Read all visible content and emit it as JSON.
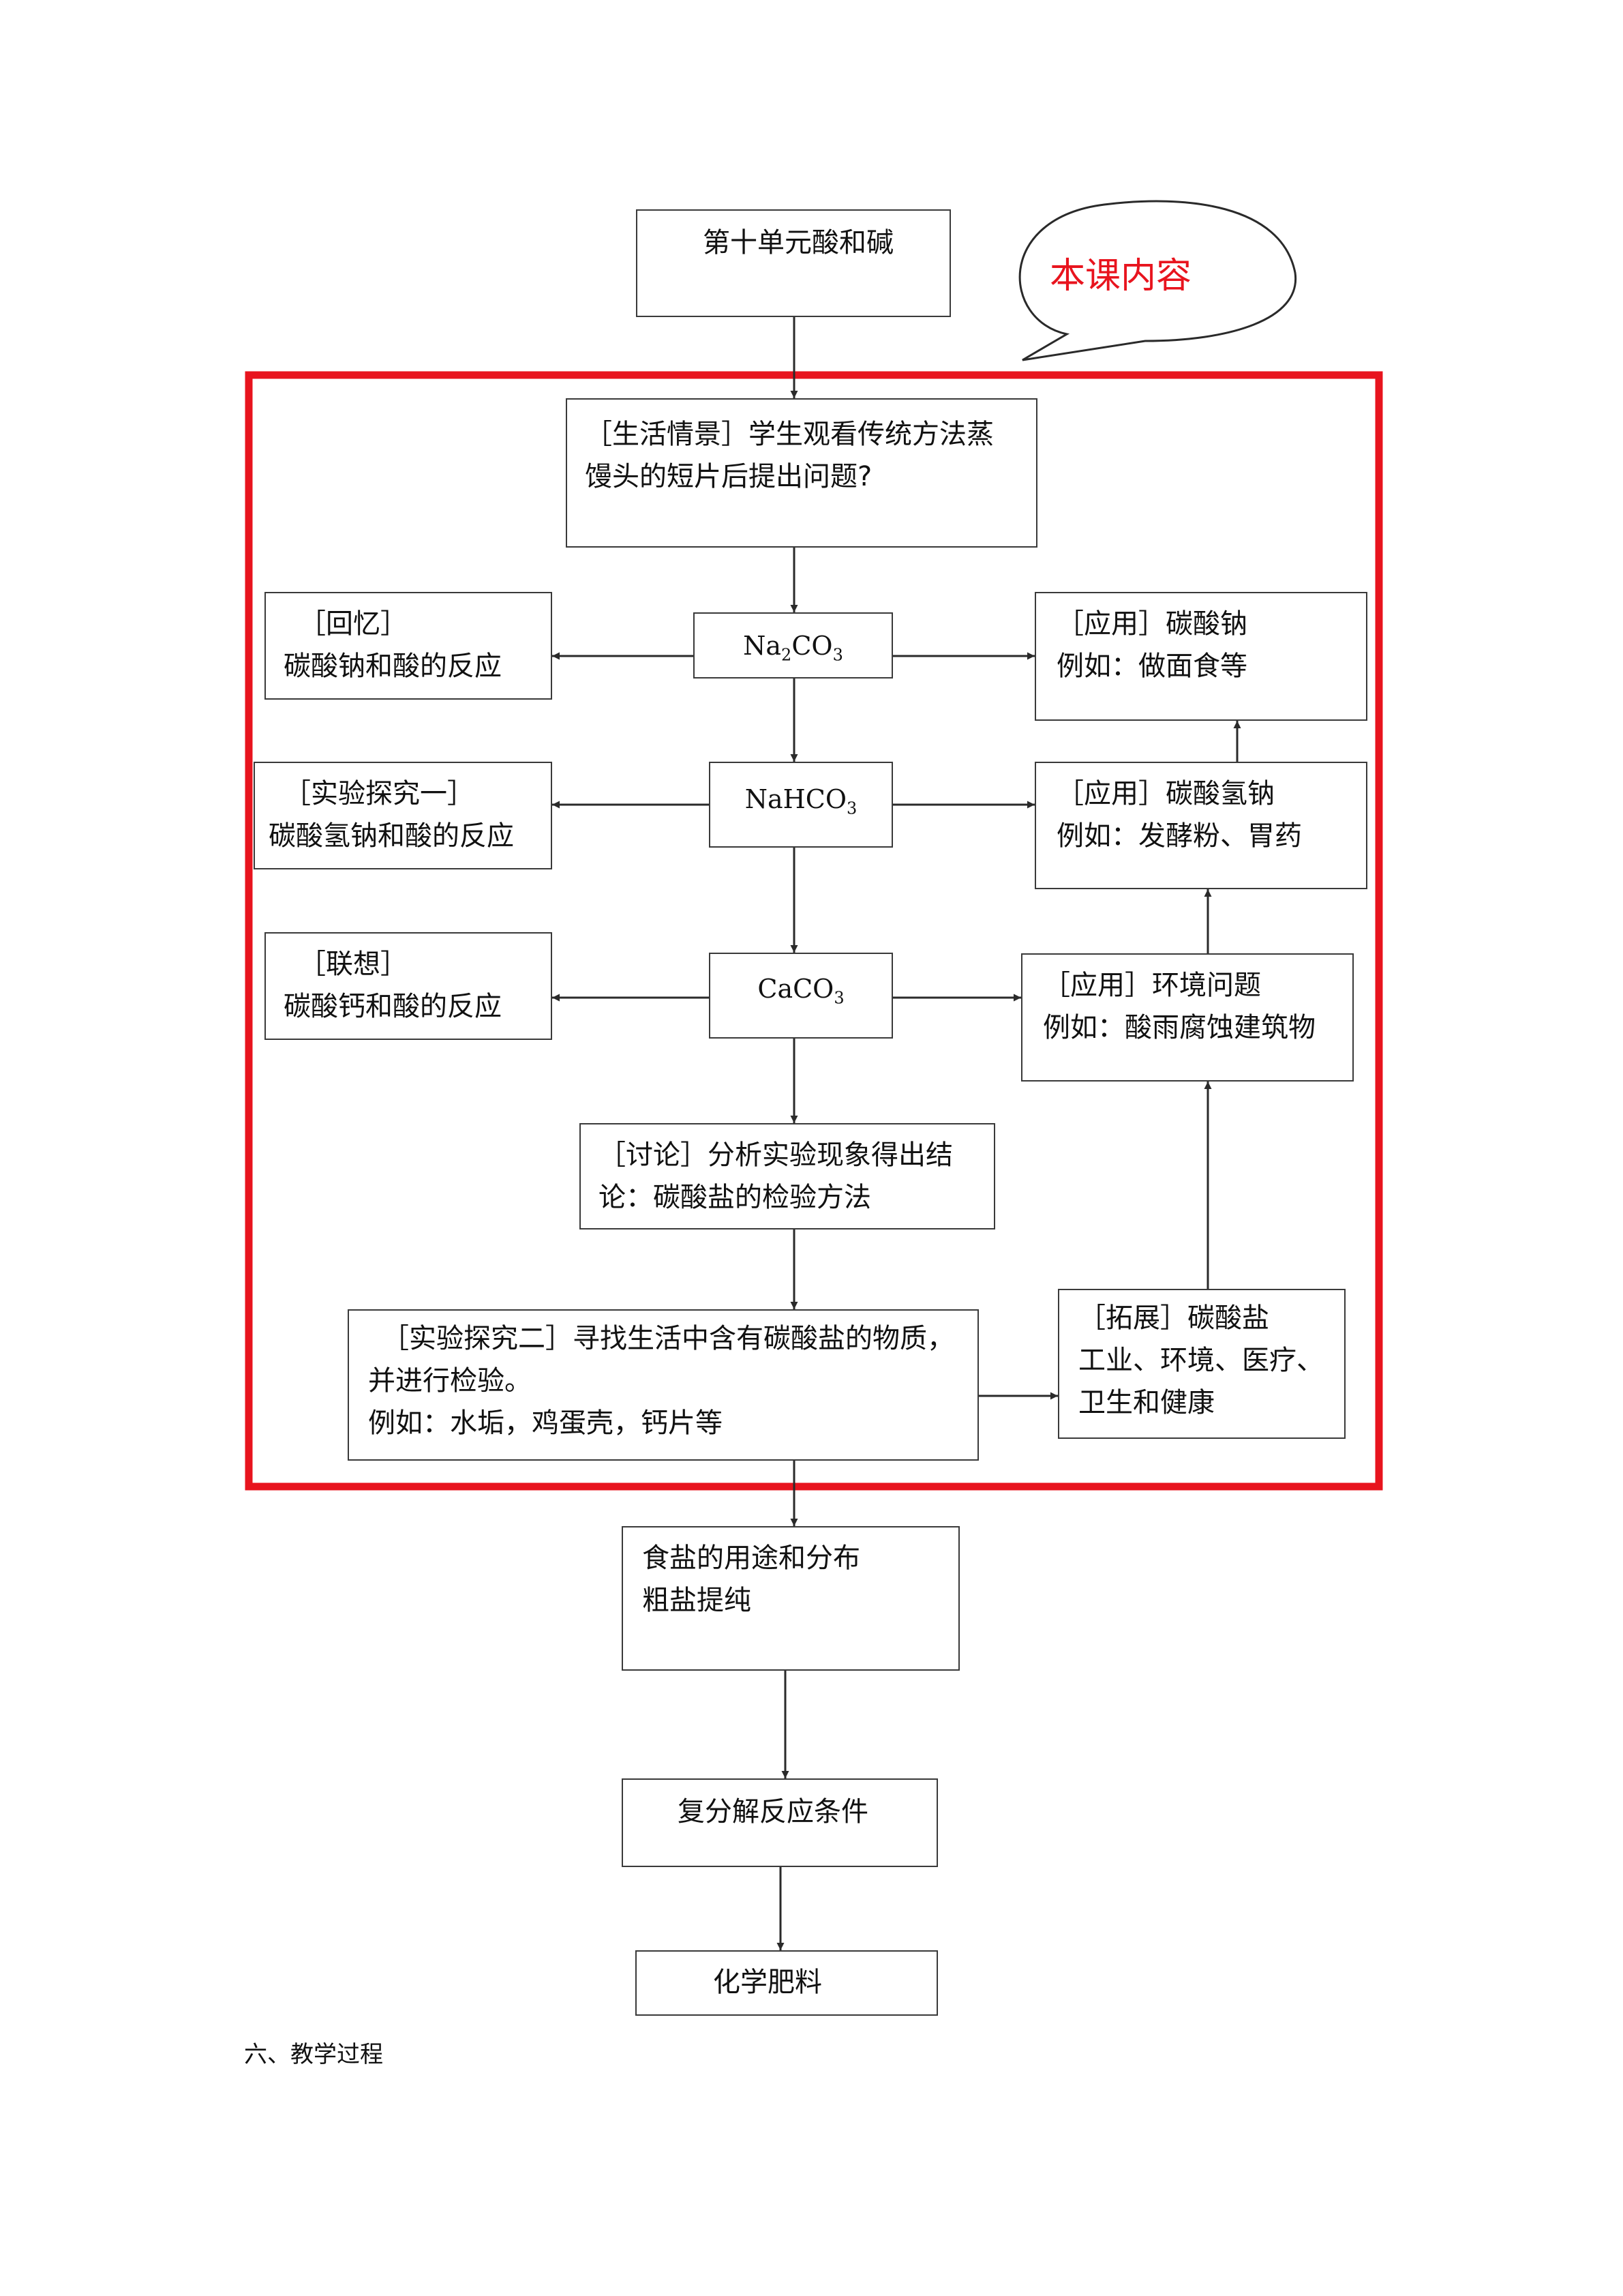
{
  "callout": "本课内容",
  "nodes": {
    "unit10": [
      "第十单元酸和碱"
    ],
    "life": [
      "［生活情景］学生观看传统方法蒸",
      "馒头的短片后提出问题?"
    ],
    "recall": [
      "［回忆］",
      "碳酸钠和酸的反应"
    ],
    "na2co3": {
      "pre": "Na",
      "sub1": "2",
      "mid": "CO",
      "sub2": "3"
    },
    "app_na2co3": [
      "［应用］碳酸钠",
      "例如：做面食等"
    ],
    "exp1": [
      "［实验探究一］",
      "碳酸氢钠和酸的反应"
    ],
    "nahco3": {
      "pre": "NaHCO",
      "sub": "3"
    },
    "app_nahco3": [
      "［应用］碳酸氢钠",
      "例如：发酵粉、胃药"
    ],
    "assoc": [
      "［联想］",
      "碳酸钙和酸的反应"
    ],
    "caco3": {
      "pre": "CaCO",
      "sub": "3"
    },
    "app_env": [
      "［应用］环境问题",
      "例如：酸雨腐蚀建筑物"
    ],
    "discuss": [
      "［讨论］分析实验现象得出结",
      "论：碳酸盐的检验方法"
    ],
    "exp2": [
      "［实验探究二］寻找生活中含有碳酸盐的物质，",
      "并进行检验。",
      "例如：水垢，鸡蛋壳，钙片等"
    ],
    "extend": [
      "［拓展］碳酸盐",
      "工业、环境、医疗、",
      "卫生和健康"
    ],
    "salt": [
      "食盐的用途和分布",
      "粗盐提纯"
    ],
    "double": [
      "复分解反应条件"
    ],
    "fert": [
      "化学肥料"
    ]
  },
  "footer": "六、教学过程",
  "colors": {
    "highlight": "#e8141e",
    "stroke": "#2a2a2a"
  }
}
